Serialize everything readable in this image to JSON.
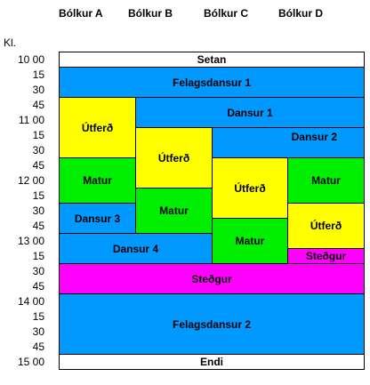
{
  "columns": [
    "Bólkur A",
    "Bólkur B",
    "Bólkur C",
    "Bólkur D"
  ],
  "kl_label": "Kl.",
  "colors": {
    "white": "#ffffff",
    "blue": "#0099ff",
    "yellow": "#ffff00",
    "green": "#00ee00",
    "magenta": "#ff00ff"
  },
  "times": [
    "10 00",
    "15",
    "30",
    "45",
    "11 00",
    "15",
    "30",
    "45",
    "12 00",
    "15",
    "30",
    "45",
    "13 00",
    "15",
    "30",
    "45",
    "14 00",
    "15",
    "30",
    "45",
    "15 00"
  ],
  "blocks": [
    {
      "label": "Setan",
      "col_start": 0,
      "col_end": 4,
      "start": 0,
      "end": 1,
      "color": "white"
    },
    {
      "label": "Felagsdansur 1",
      "col_start": 0,
      "col_end": 4,
      "start": 1,
      "end": 3,
      "color": "blue"
    },
    {
      "label": "Útferð",
      "col_start": 0,
      "col_end": 1,
      "start": 3,
      "end": 7,
      "color": "yellow"
    },
    {
      "label": "Dansur 1",
      "col_start": 1,
      "col_end": 4,
      "start": 3,
      "end": 5,
      "color": "blue"
    },
    {
      "label": "Útferð",
      "col_start": 1,
      "col_end": 2,
      "start": 5,
      "end": 9,
      "color": "yellow"
    },
    {
      "label": "Dansur 2",
      "col_start": 2,
      "col_end": 4,
      "start": 5,
      "end": 7,
      "color": "blue",
      "align": "top-right"
    },
    {
      "label": "Matur",
      "col_start": 0,
      "col_end": 1,
      "start": 7,
      "end": 10,
      "color": "green"
    },
    {
      "label": "Útferð",
      "col_start": 2,
      "col_end": 3,
      "start": 7,
      "end": 11,
      "color": "yellow"
    },
    {
      "label": "Matur",
      "col_start": 3,
      "col_end": 4,
      "start": 7,
      "end": 10,
      "color": "green"
    },
    {
      "label": "Matur",
      "col_start": 1,
      "col_end": 2,
      "start": 9,
      "end": 12,
      "color": "green"
    },
    {
      "label": "Dansur 3",
      "col_start": 0,
      "col_end": 1,
      "start": 10,
      "end": 12,
      "color": "blue"
    },
    {
      "label": "Útferð",
      "col_start": 3,
      "col_end": 4,
      "start": 10,
      "end": 13,
      "color": "yellow"
    },
    {
      "label": "Matur",
      "col_start": 2,
      "col_end": 3,
      "start": 11,
      "end": 14,
      "color": "green"
    },
    {
      "label": "Dansur 4",
      "col_start": 0,
      "col_end": 2,
      "start": 12,
      "end": 14,
      "color": "blue"
    },
    {
      "label": "Steðgur",
      "col_start": 3,
      "col_end": 4,
      "start": 13,
      "end": 14,
      "color": "magenta",
      "align": "bottom"
    },
    {
      "label": "Steðgur",
      "col_start": 0,
      "col_end": 4,
      "start": 14,
      "end": 16,
      "color": "magenta"
    },
    {
      "label": "Felagsdansur 2",
      "col_start": 0,
      "col_end": 4,
      "start": 16,
      "end": 20,
      "color": "blue"
    },
    {
      "label": "Endi",
      "col_start": 0,
      "col_end": 4,
      "start": 20,
      "end": 21,
      "color": "white"
    }
  ]
}
